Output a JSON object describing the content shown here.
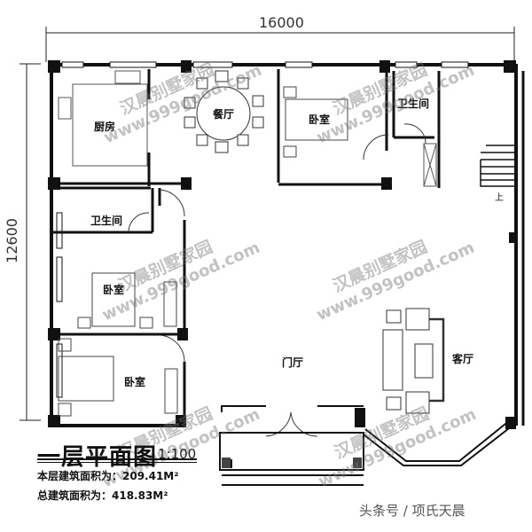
{
  "drawing": {
    "title": "一层平面图",
    "scale": "1:100",
    "floor_area_label": "本层建筑面积为：209.41M²",
    "total_area_label": "总建筑面积为：418.83M²"
  },
  "dimensions": {
    "width": "16000",
    "depth": "12600"
  },
  "rooms": {
    "kitchen": "厨房",
    "dining": "餐厅",
    "bedroom_north": "卧室",
    "bathroom_north": "卫生间",
    "bathroom_west": "卫生间",
    "bedroom_west": "卧室",
    "bedroom_southwest": "卧室",
    "foyer": "门厅",
    "living": "客厅",
    "stair_up": "上"
  },
  "watermark": {
    "name": "汉晨别墅家园",
    "url": "www.999good.com"
  },
  "credit": "头条号 / 项氏天晨"
}
